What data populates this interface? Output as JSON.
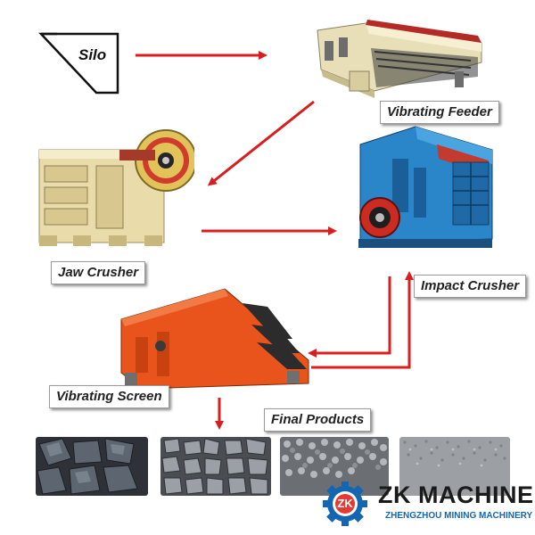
{
  "stages": {
    "silo": "Silo",
    "vibrating_feeder": "Vibrating Feeder",
    "jaw_crusher": "Jaw Crusher",
    "impact_crusher": "Impact Crusher",
    "vibrating_screen": "Vibrating Screen",
    "final_products": "Final Products"
  },
  "brand": {
    "logo_text": "ZK",
    "name": "ZK MACHINE",
    "subtitle": "ZHENGZHOU MINING MACHINERY"
  },
  "colors": {
    "arrow": "#d81e1e",
    "feeder_body": "#e8dfb8",
    "jaw_body": "#eadcaa",
    "impact_body": "#2a86c9",
    "screen_body": "#e8541c",
    "logo": "#1466b3"
  },
  "products": [
    "large stone",
    "medium stone",
    "small gravel",
    "fine sand"
  ]
}
